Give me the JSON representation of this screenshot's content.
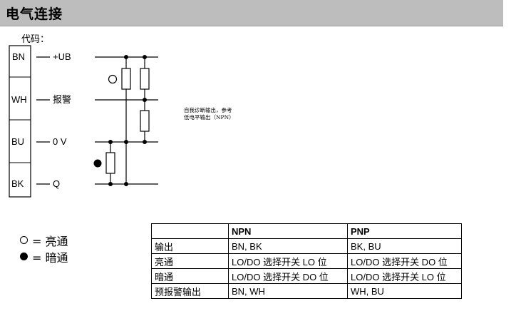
{
  "header": {
    "title": "电气连接"
  },
  "diagram": {
    "code_label": "代码：",
    "terminals": [
      {
        "code": "BN",
        "signal": "+UB"
      },
      {
        "code": "WH",
        "signal": "报警"
      },
      {
        "code": "BU",
        "signal": "0 V"
      },
      {
        "code": "BK",
        "signal": "Q"
      }
    ],
    "note_lines": [
      "自我诊断输出，参考",
      "低电平输出（NPN）"
    ]
  },
  "legend": [
    {
      "symbol": "open-circle-icon",
      "text": "= 亮通"
    },
    {
      "symbol": "filled-circle-icon",
      "text": "= 暗通"
    }
  ],
  "table": {
    "headers": [
      "",
      "NPN",
      "PNP"
    ],
    "rows": [
      [
        "输出",
        "BN, BK",
        "BK, BU"
      ],
      [
        "亮通",
        "LO/DO 选择开关 LO 位",
        "LO/DO 选择开关 DO 位"
      ],
      [
        "暗通",
        "LO/DO 选择开关 DO 位",
        "LO/DO 选择开关 LO 位"
      ],
      [
        "预报警输出",
        "BN, WH",
        "WH, BU"
      ]
    ]
  }
}
